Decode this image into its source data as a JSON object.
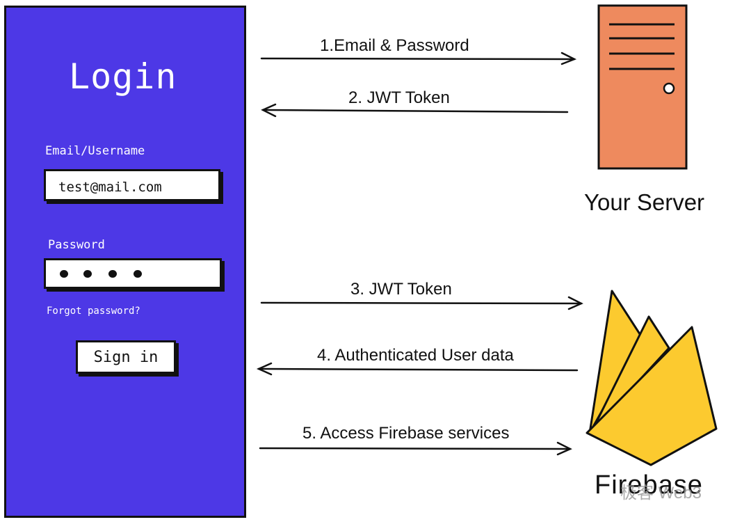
{
  "login": {
    "title": "Login",
    "email_label": "Email/Username",
    "email_value": "test@mail.com",
    "password_label": "Password",
    "forgot_link": "Forgot password?",
    "signin_button": "Sign in"
  },
  "arrows": {
    "step1": "1.Email & Password",
    "step2": "2. JWT Token",
    "step3": "3. JWT Token",
    "step4": "4. Authenticated User data",
    "step5": "5. Access Firebase services"
  },
  "server": {
    "label": "Your Server",
    "color": "#ee8a5e"
  },
  "firebase": {
    "label": "Firebase",
    "color": "#fcca2f"
  },
  "watermark": "极客 Web3",
  "colors": {
    "panel": "#4d38e6"
  }
}
